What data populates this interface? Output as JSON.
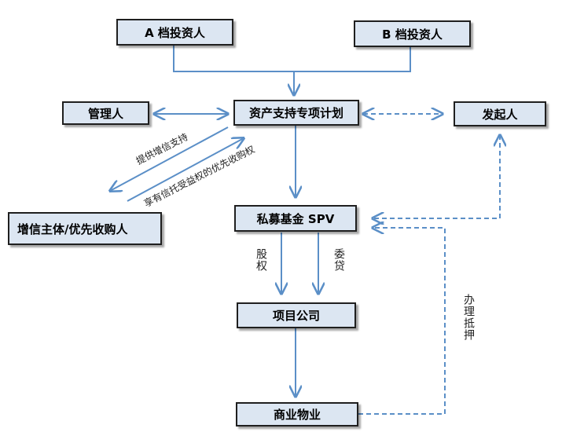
{
  "nodes": {
    "investor_a": "A 档投资人",
    "investor_b": "B 档投资人",
    "manager": "管理人",
    "asset_plan": "资产支持专项计划",
    "sponsor": "发起人",
    "credit_entity": "增信主体/优先收购人",
    "spv": "私募基金 SPV",
    "project_company": "项目公司",
    "commercial_property": "商业物业"
  },
  "labels": {
    "credit_support": "提供增信支持",
    "priority_purchase": "享有信托受益权的优先收购权",
    "equity": "股权",
    "entrusted_loan": "委贷",
    "mortgage": "办理抵押"
  },
  "colors": {
    "arrow": "#5b8fc7",
    "node_fill": "#dce6f2",
    "node_border": "#1f1f1f"
  }
}
